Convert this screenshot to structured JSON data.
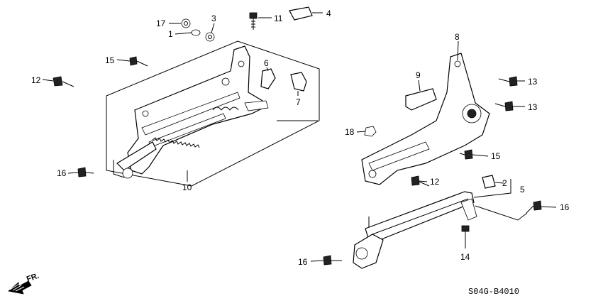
{
  "callouts": {
    "c1": "1",
    "c2": "2",
    "c3": "3",
    "c4": "4",
    "c5": "5",
    "c6": "6",
    "c7": "7",
    "c8": "8",
    "c9": "9",
    "c10": "10",
    "c11": "11",
    "c12a": "12",
    "c12b": "12",
    "c13a": "13",
    "c13b": "13",
    "c14": "14",
    "c15a": "15",
    "c15b": "15",
    "c16a": "16",
    "c16b": "16",
    "c16c": "16",
    "c17": "17",
    "c18": "18"
  },
  "direction_label": "FR.",
  "diagram_code": "S04G-B4010"
}
